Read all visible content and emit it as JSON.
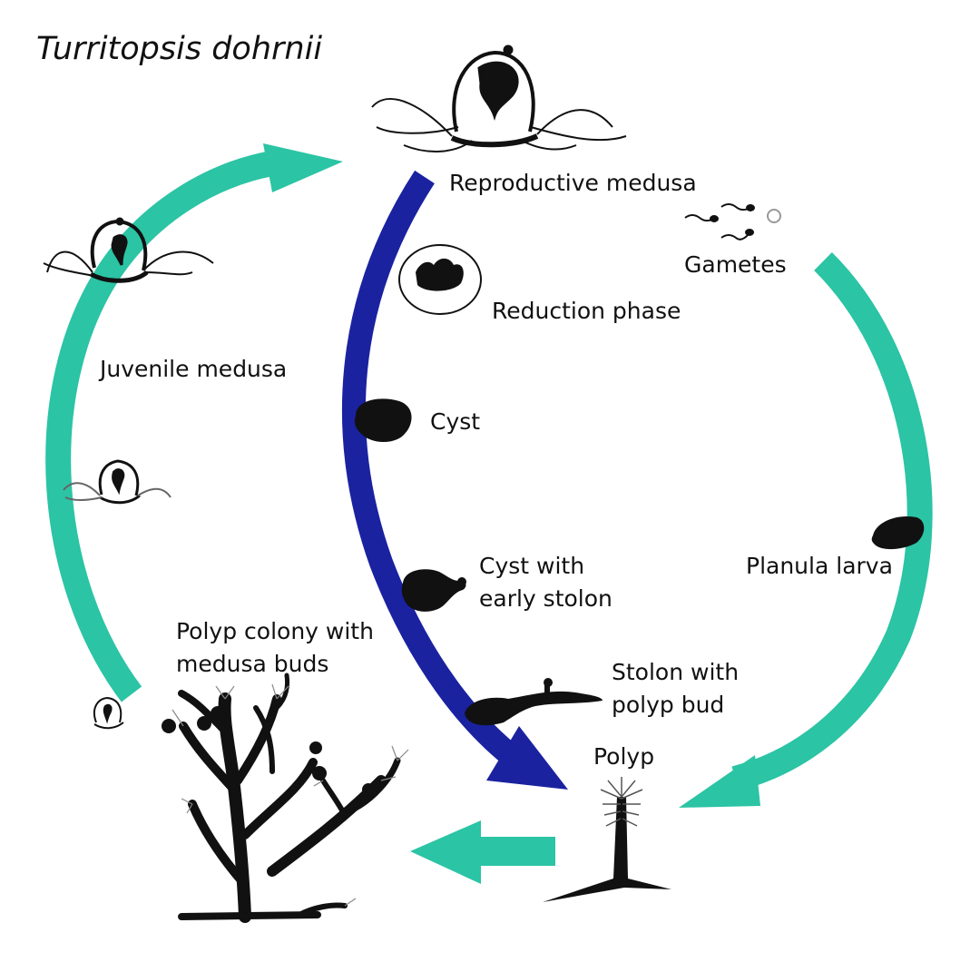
{
  "title": "Turritopsis dohrnii",
  "labels": {
    "reproductive_medusa": "Reproductive medusa",
    "gametes": "Gametes",
    "reduction_phase": "Reduction phase",
    "juvenile_medusa": "Juvenile medusa",
    "cyst": "Cyst",
    "cyst_stolon_line1": "Cyst with",
    "cyst_stolon_line2": "early stolon",
    "planula": "Planula larva",
    "polyp_colony_line1": "Polyp colony with",
    "polyp_colony_line2": "medusa buds",
    "stolon_bud_line1": "Stolon with",
    "stolon_bud_line2": "polyp bud",
    "polyp": "Polyp"
  },
  "colors": {
    "cycle_arrow": "#2bc4a4",
    "reverse_arrow": "#1a22a0",
    "organism": "#111111"
  }
}
